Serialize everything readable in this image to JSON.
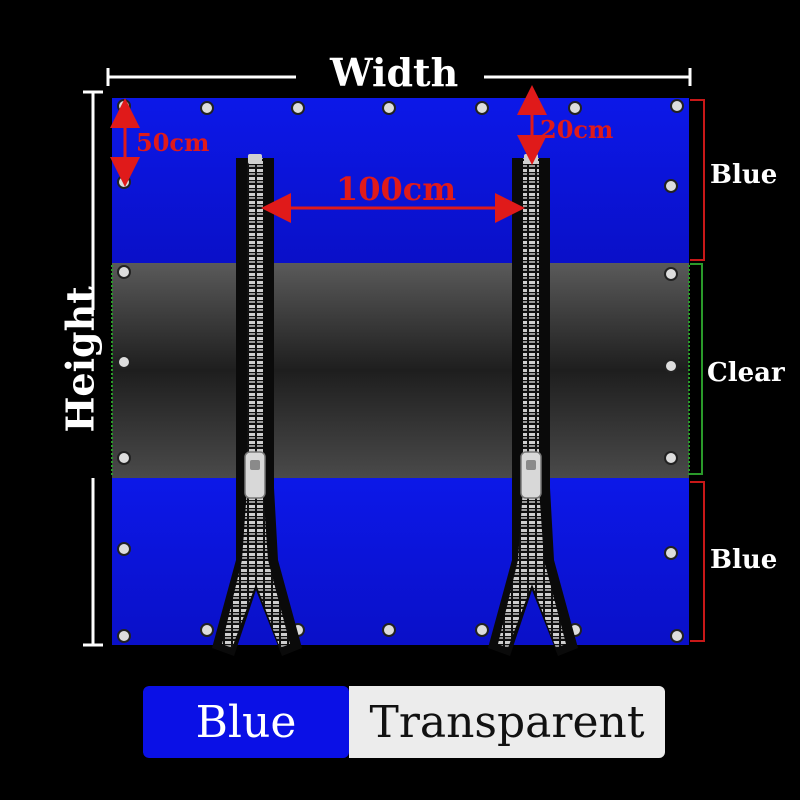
{
  "dimensions": {
    "width_label": "Width",
    "height_label": "Height"
  },
  "measurements": {
    "grommet_spacing": "50cm",
    "zipper_offset": "20cm",
    "zipper_gap": "100cm"
  },
  "panels": {
    "top": "Blue",
    "middle": "Clear",
    "bottom": "Blue"
  },
  "legend": {
    "blue_label": "Blue",
    "transparent_label": "Transparent"
  },
  "colors": {
    "blue_panel": "#0a14e0",
    "clear_panel": "#3a3a3a",
    "measure_red": "#e01a1a",
    "background": "#000000"
  }
}
